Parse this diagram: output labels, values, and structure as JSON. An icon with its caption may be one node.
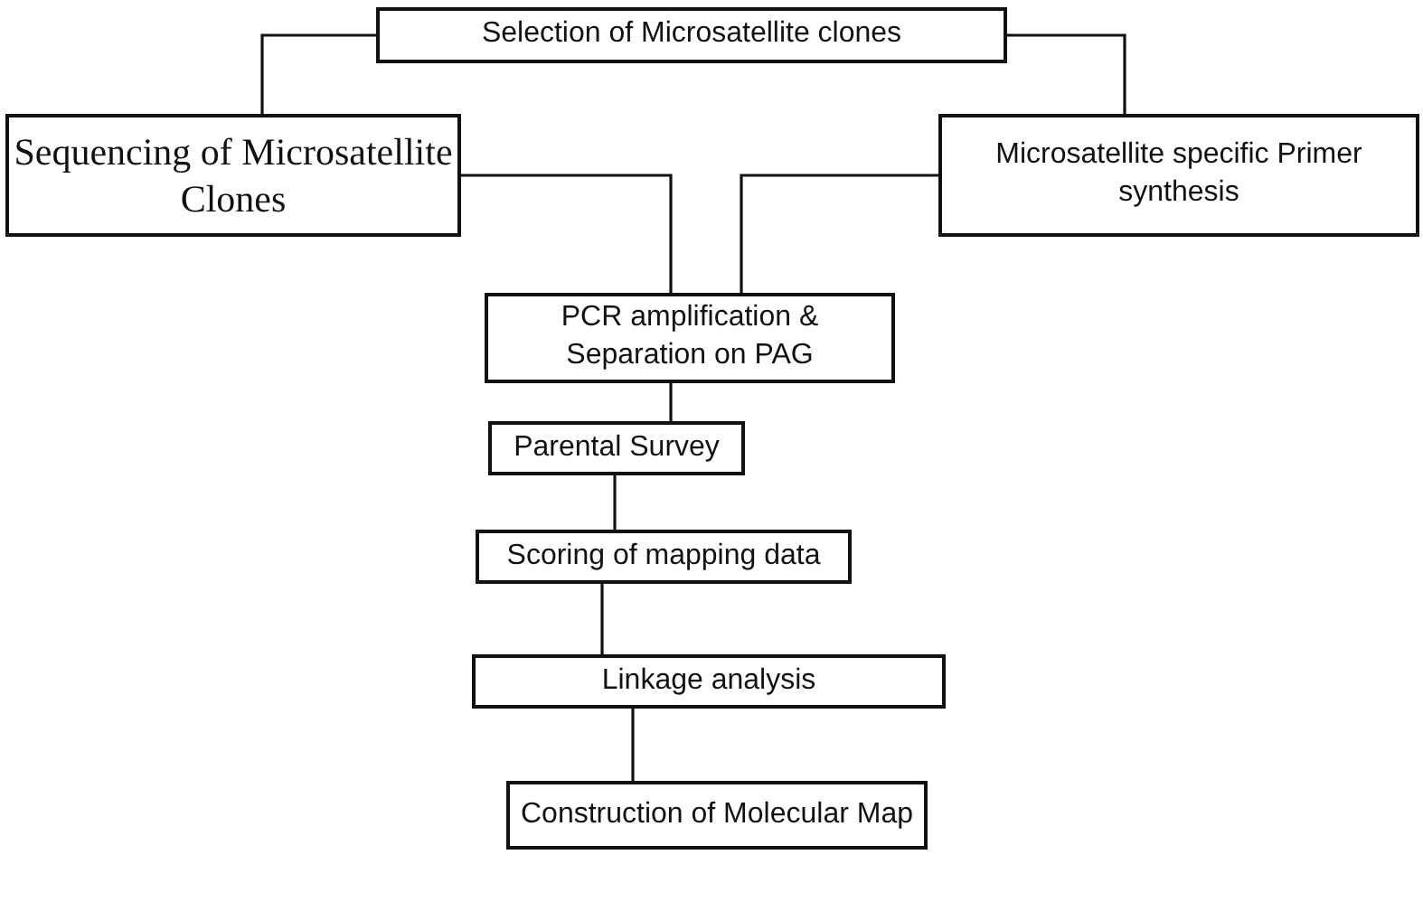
{
  "diagram": {
    "nodes": [
      {
        "text": [
          "Selection of Microsatellite clones"
        ]
      },
      {
        "text": [
          "Sequencing of Microsatellite Clones"
        ]
      },
      {
        "text": [
          "Microsatellite specific Primer synthesis"
        ]
      },
      {
        "text": [
          "PCR amplification & Separation on PAG"
        ]
      },
      {
        "text": [
          "Parental Survey"
        ]
      },
      {
        "text": [
          "Scoring of mapping data"
        ]
      },
      {
        "text": [
          "Linkage analysis"
        ]
      },
      {
        "text": [
          "Construction of Molecular Map"
        ]
      }
    ],
    "edges": [
      {
        "from": 0,
        "to": 1,
        "arrow": "none"
      },
      {
        "from": 0,
        "to": 2,
        "arrow": "none"
      },
      {
        "from": 1,
        "to": 3,
        "arrow": "none"
      },
      {
        "from": 2,
        "to": 3,
        "arrow": "none"
      },
      {
        "from": 3,
        "to": 4,
        "arrow": "none"
      },
      {
        "from": 4,
        "to": 5,
        "arrow": "none"
      },
      {
        "from": 5,
        "to": 6,
        "arrow": "none"
      },
      {
        "from": 6,
        "to": 7,
        "arrow": "none"
      }
    ]
  }
}
